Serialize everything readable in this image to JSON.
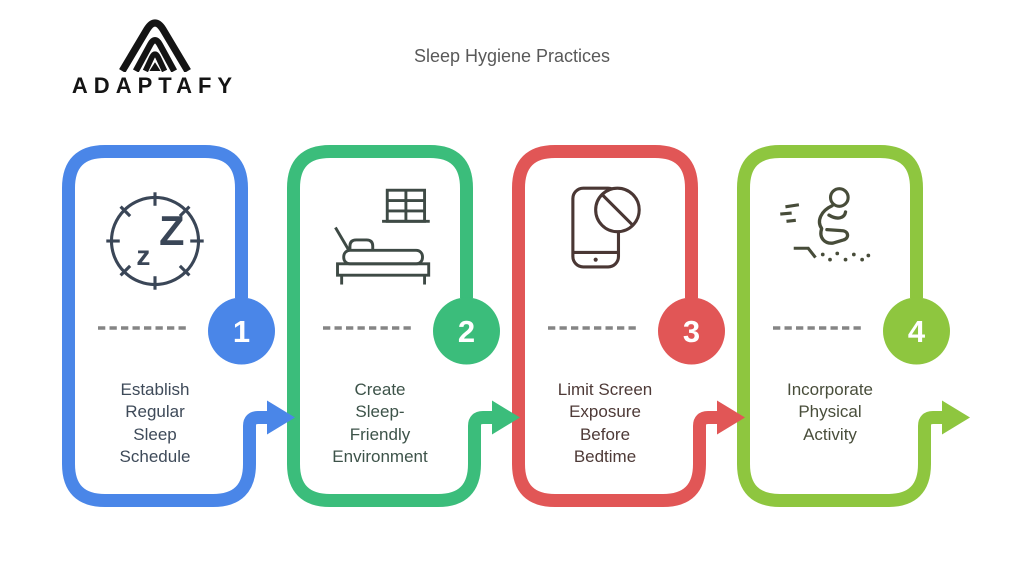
{
  "brand": {
    "name": "ADAPTAFY"
  },
  "title": "Sleep Hygiene Practices",
  "dash_color": "#858585",
  "steps": [
    {
      "number": "1",
      "label": "Establish Regular Sleep Schedule",
      "lines": [
        "Establish",
        "Regular",
        "Sleep",
        "Schedule"
      ],
      "color": "#4A86E8",
      "text_color": "#3E4A59",
      "icon": "sleep-clock-icon",
      "icon_color": "#3A4657"
    },
    {
      "number": "2",
      "label": "Create Sleep-Friendly Environment",
      "lines": [
        "Create",
        "Sleep-",
        "Friendly",
        "Environment"
      ],
      "color": "#3BBD7B",
      "text_color": "#3D5349",
      "icon": "bed-window-icon",
      "icon_color": "#3E4A45"
    },
    {
      "number": "3",
      "label": "Limit Screen Exposure Before Bedtime",
      "lines": [
        "Limit Screen",
        "Exposure",
        "Before",
        "Bedtime"
      ],
      "color": "#E15656",
      "text_color": "#4E3A37",
      "icon": "no-phone-icon",
      "icon_color": "#4A3734"
    },
    {
      "number": "4",
      "label": "Incorporate Physical Activity",
      "lines": [
        "Incorporate",
        "Physical",
        "Activity"
      ],
      "color": "#8EC63F",
      "text_color": "#494E3B",
      "icon": "exercise-person-icon",
      "icon_color": "#474C39"
    }
  ]
}
